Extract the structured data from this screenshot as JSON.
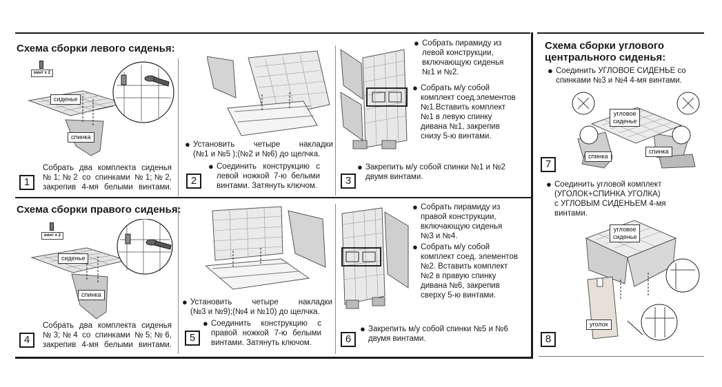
{
  "left_section": {
    "title": "Схема сборки левого сиденья:",
    "step1": {
      "badge": "винт х 2",
      "tag_seat": "сиденье",
      "tag_back": "спинка",
      "text_lines": [
        "Собрать два комплекта сиденья",
        "№1;№2 со спинками №1;№2,",
        "закрепив 4-мя белыми винтами."
      ],
      "number": "1"
    },
    "step2": {
      "bullet1": [
        "Установить четыре накладки",
        "(№1 и №5 );(№2 и №6) до щелчка."
      ],
      "bullet2": [
        "Соединить конструкцию с",
        "левой ножкой 7-ю белыми",
        "винтами. Затянуть ключом."
      ],
      "number": "2"
    },
    "step3": {
      "bullet1": [
        "Собрать пирамиду из",
        "левой конструкции,",
        "включающую сиденья",
        "№1 и №2."
      ],
      "bullet2": [
        "Собрать м/у собой",
        "комплект соед.элементов",
        "№1.Вставить комплект",
        "№1 в левую спинку",
        "дивана №1, закрепив",
        "снизу 5-ю винтами."
      ],
      "bullet3": [
        "Закрепить м/у собой спинки №1 и №2",
        "двумя винтами."
      ],
      "number": "3"
    }
  },
  "right_section": {
    "title": "Схема сборки правого сиденья:",
    "step4": {
      "badge": "винт х 2",
      "tag_seat": "сиденье",
      "tag_back": "спинка",
      "text_lines": [
        "Собрать два комплекта сиденья",
        "№3;№4 со спинками №5;№6,",
        "закрепив 4-мя белыми винтами."
      ],
      "number": "4"
    },
    "step5": {
      "bullet1": [
        "Установить четыре накладки",
        "(№3 и №9);(№4 и №10) до щелчка."
      ],
      "bullet2": [
        "Соединить конструкцию с",
        "правой ножкой 7-ю белыми",
        "винтами. Затянуть ключом."
      ],
      "number": "5"
    },
    "step6": {
      "bullet1": [
        "Собрать пирамиду из",
        "правой конструкции,",
        "включающую сиденья",
        "№3 и №4."
      ],
      "bullet2": [
        "Собрать м/у собой",
        "комплект соед. элементов",
        "№2. Вставить комплект",
        "№2 в правую спинку",
        "дивана №6, закрепив",
        "сверху 5-ю винтами."
      ],
      "bullet3": [
        "Закрепить м/у собой спинки №5 и №6",
        "двумя винтами."
      ],
      "number": "6"
    }
  },
  "corner_section": {
    "title_lines": [
      "Схема сборки углового",
      "центрального сиденья:"
    ],
    "step7": {
      "bullet": [
        "Соединить УГЛОВОЕ СИДЕНЬЕ со",
        "спинками №3 и №4  4-мя винтами."
      ],
      "tag": [
        "угловое",
        "сиденье"
      ],
      "tag_back": "спинка",
      "number": "7"
    },
    "step8": {
      "bullet": [
        "Соединить угловой комплект",
        "(УГОЛОК+СПИНКА УГОЛКА)",
        "с УГЛОВЫМ СИДЕНЬЕМ 4-мя",
        "винтами."
      ],
      "tag": [
        "угловое",
        "сиденье"
      ],
      "tag_corner": "уголок",
      "number": "8"
    }
  }
}
